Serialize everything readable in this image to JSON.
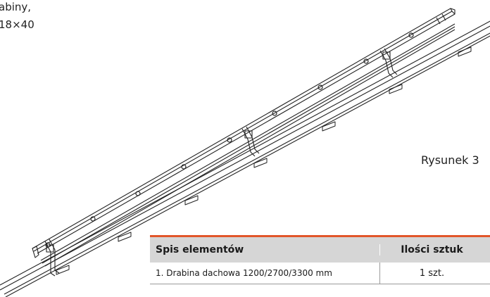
{
  "caption_lines": [
    "abiny,",
    "18×40"
  ],
  "figure_label": "Rysunek 3",
  "table": {
    "header_element": "Spis elementów",
    "header_qty": "Ilości sztuk",
    "rows": [
      {
        "element": "1. Drabina dachowa 1200/2700/3300 mm",
        "qty": "1 szt."
      }
    ]
  },
  "colors": {
    "accent_rule": "#e2562a",
    "header_bg": "#d6d6d6"
  }
}
